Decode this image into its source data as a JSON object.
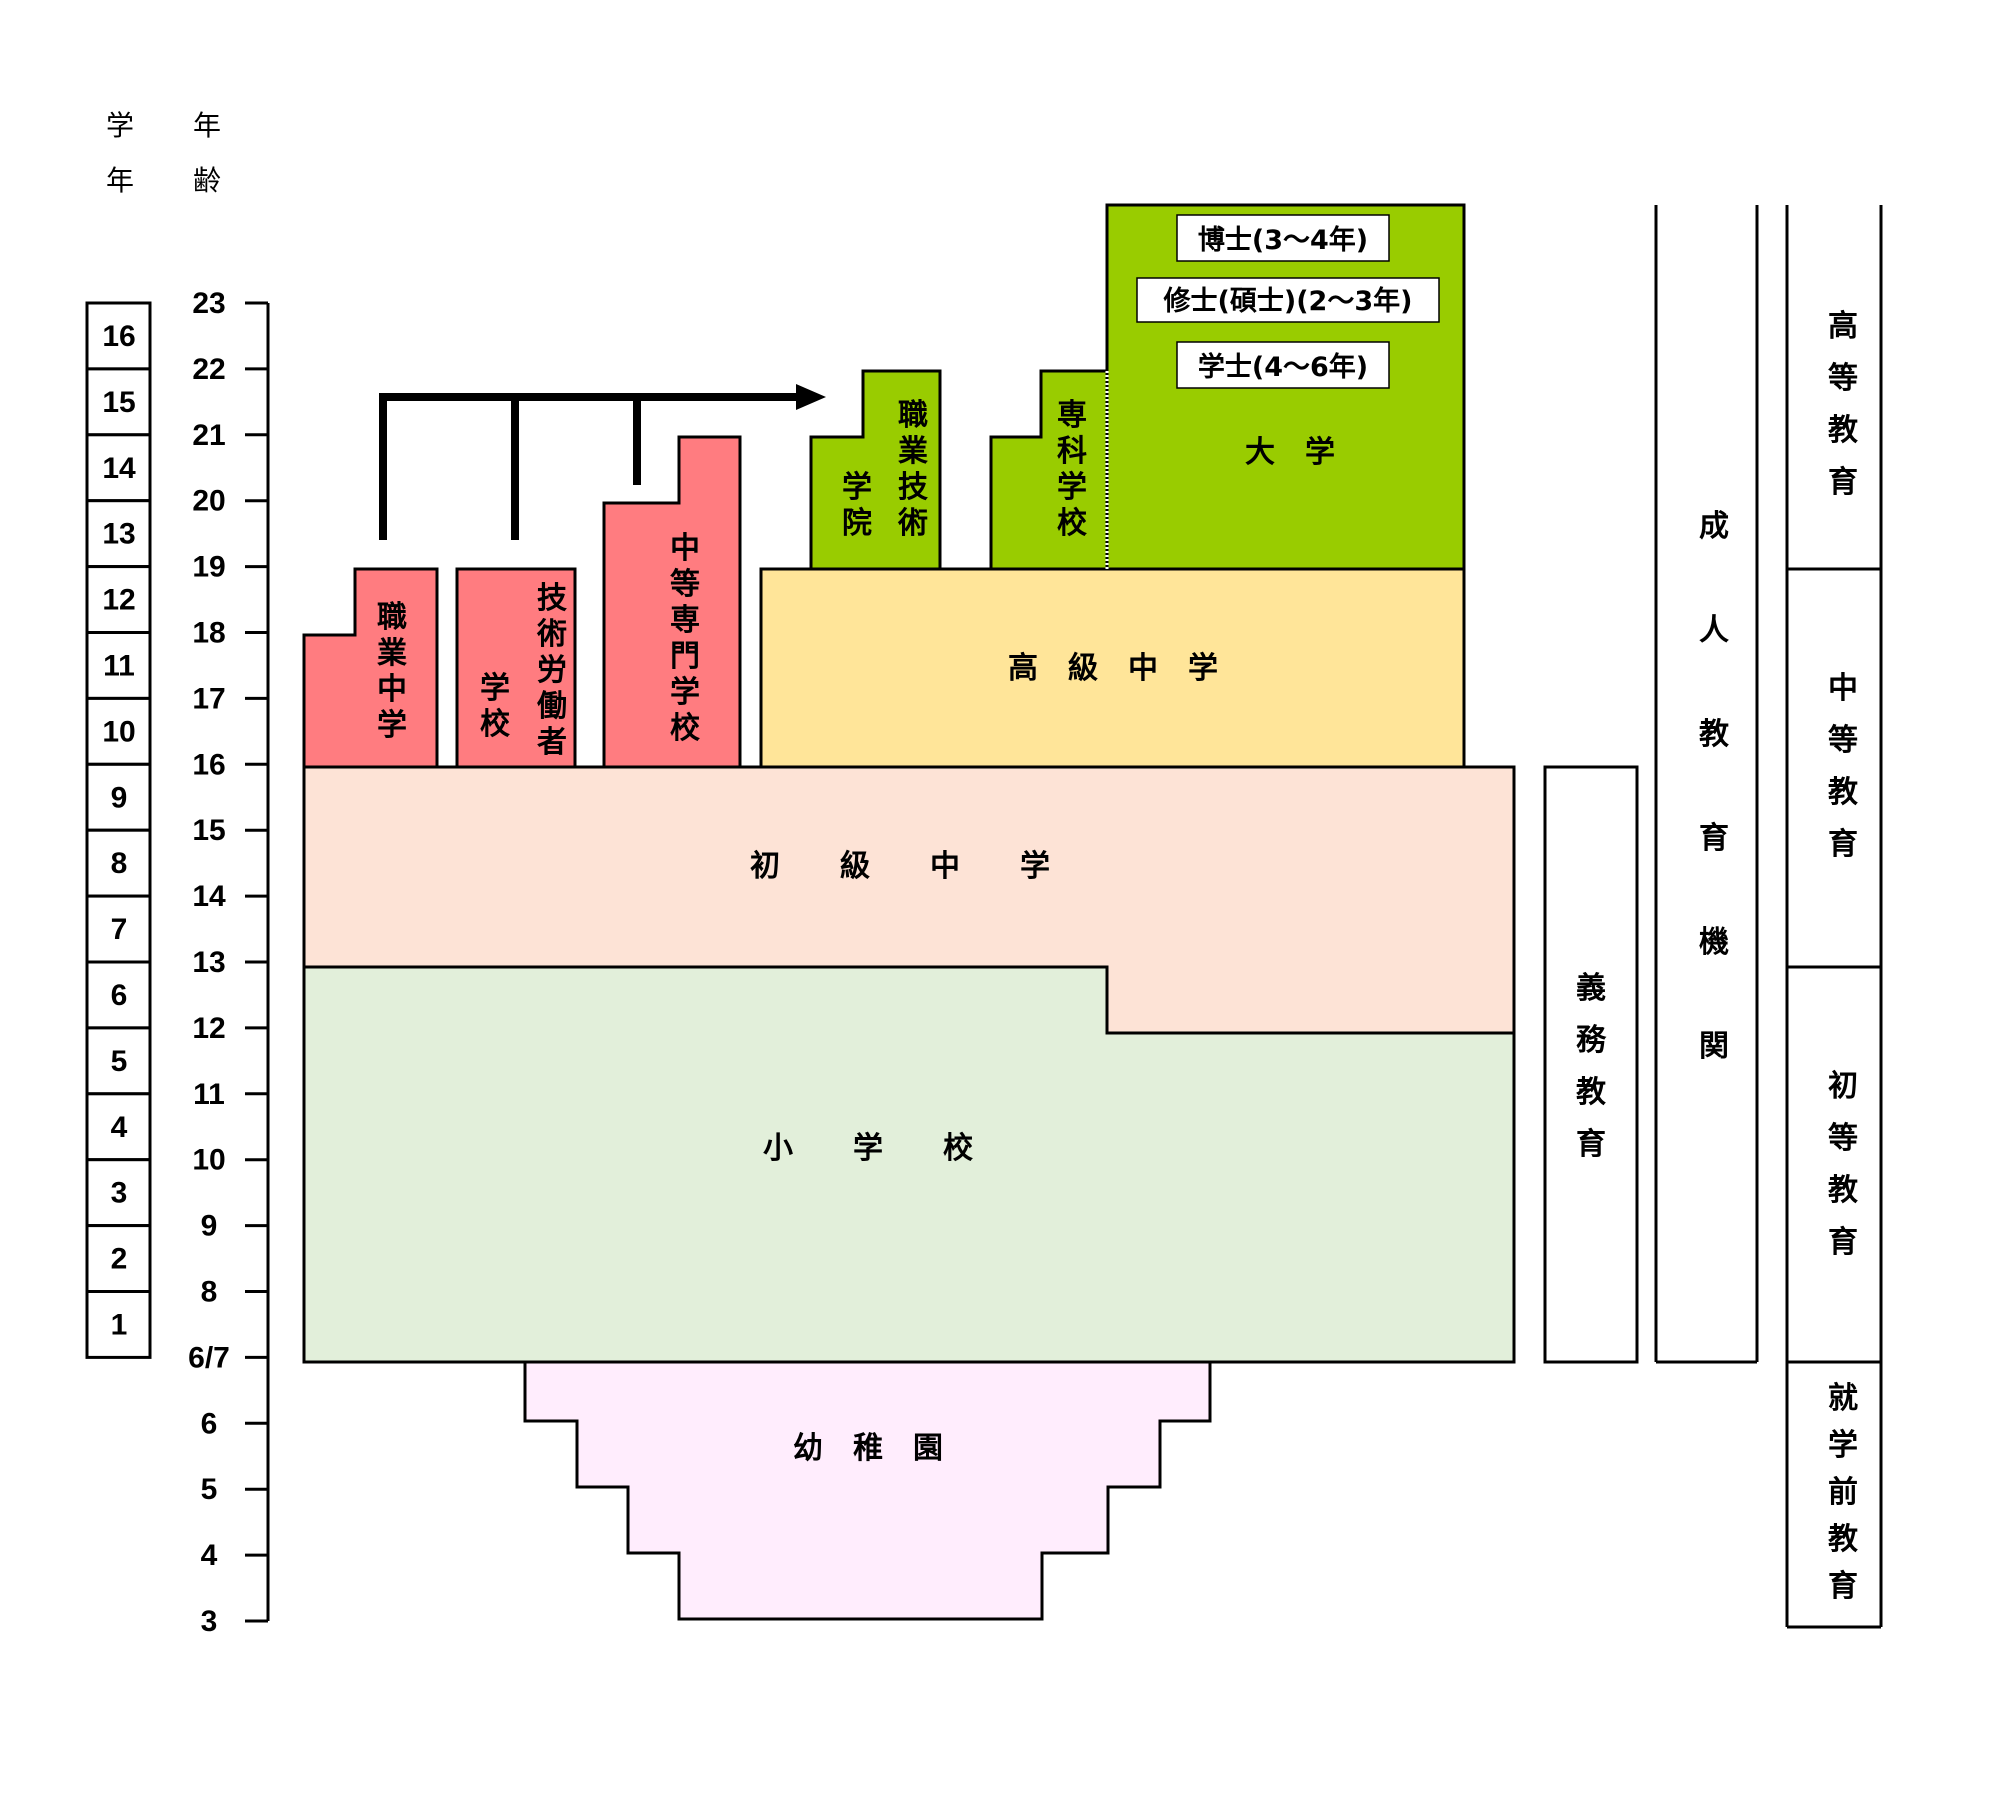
{
  "header": {
    "grade_label": [
      "学",
      "年"
    ],
    "age_label": [
      "年",
      "齢"
    ]
  },
  "axis": {
    "age_ticks": [
      "23",
      "22",
      "21",
      "20",
      "19",
      "18",
      "17",
      "16",
      "15",
      "14",
      "13",
      "12",
      "11",
      "10",
      "9",
      "8",
      "6/7",
      "6",
      "5",
      "4",
      "3"
    ],
    "grade_boxes": [
      "16",
      "15",
      "14",
      "13",
      "12",
      "11",
      "10",
      "9",
      "8",
      "7",
      "6",
      "5",
      "4",
      "3",
      "2",
      "1"
    ]
  },
  "colors": {
    "vocational_red": "#FF7C80",
    "university_green": "#99CC00",
    "senior_high_yellow": "#FFE599",
    "junior_high_peach": "#FDE3D6",
    "primary_green": "#E2EFDA",
    "kindergarten_pink": "#FFEDFD",
    "line": "#000000"
  },
  "schools": {
    "vocational_middle": "職業中学",
    "technical_worker_school": [
      "技術労働者",
      "学校"
    ],
    "secondary_specialized": "中等専門学校",
    "vocational_technical_college": [
      "職業技術",
      "学院"
    ],
    "junior_college": "専科学校",
    "university": "大　学",
    "degrees": [
      "博士(3〜4年)",
      "修士(碩士)(2〜3年)",
      "学士(4〜6年)"
    ],
    "senior_high": "高　級　中　学",
    "junior_high": "初　　級　　中　　学",
    "primary": "小　　学　　校",
    "kindergarten": "幼　稚　園"
  },
  "side": {
    "compulsory": "義務教育",
    "adult": "成人教育機関",
    "higher": "高等教育",
    "secondary": "中等教育",
    "primary": "初等教育",
    "preschool": "就学前教育"
  }
}
